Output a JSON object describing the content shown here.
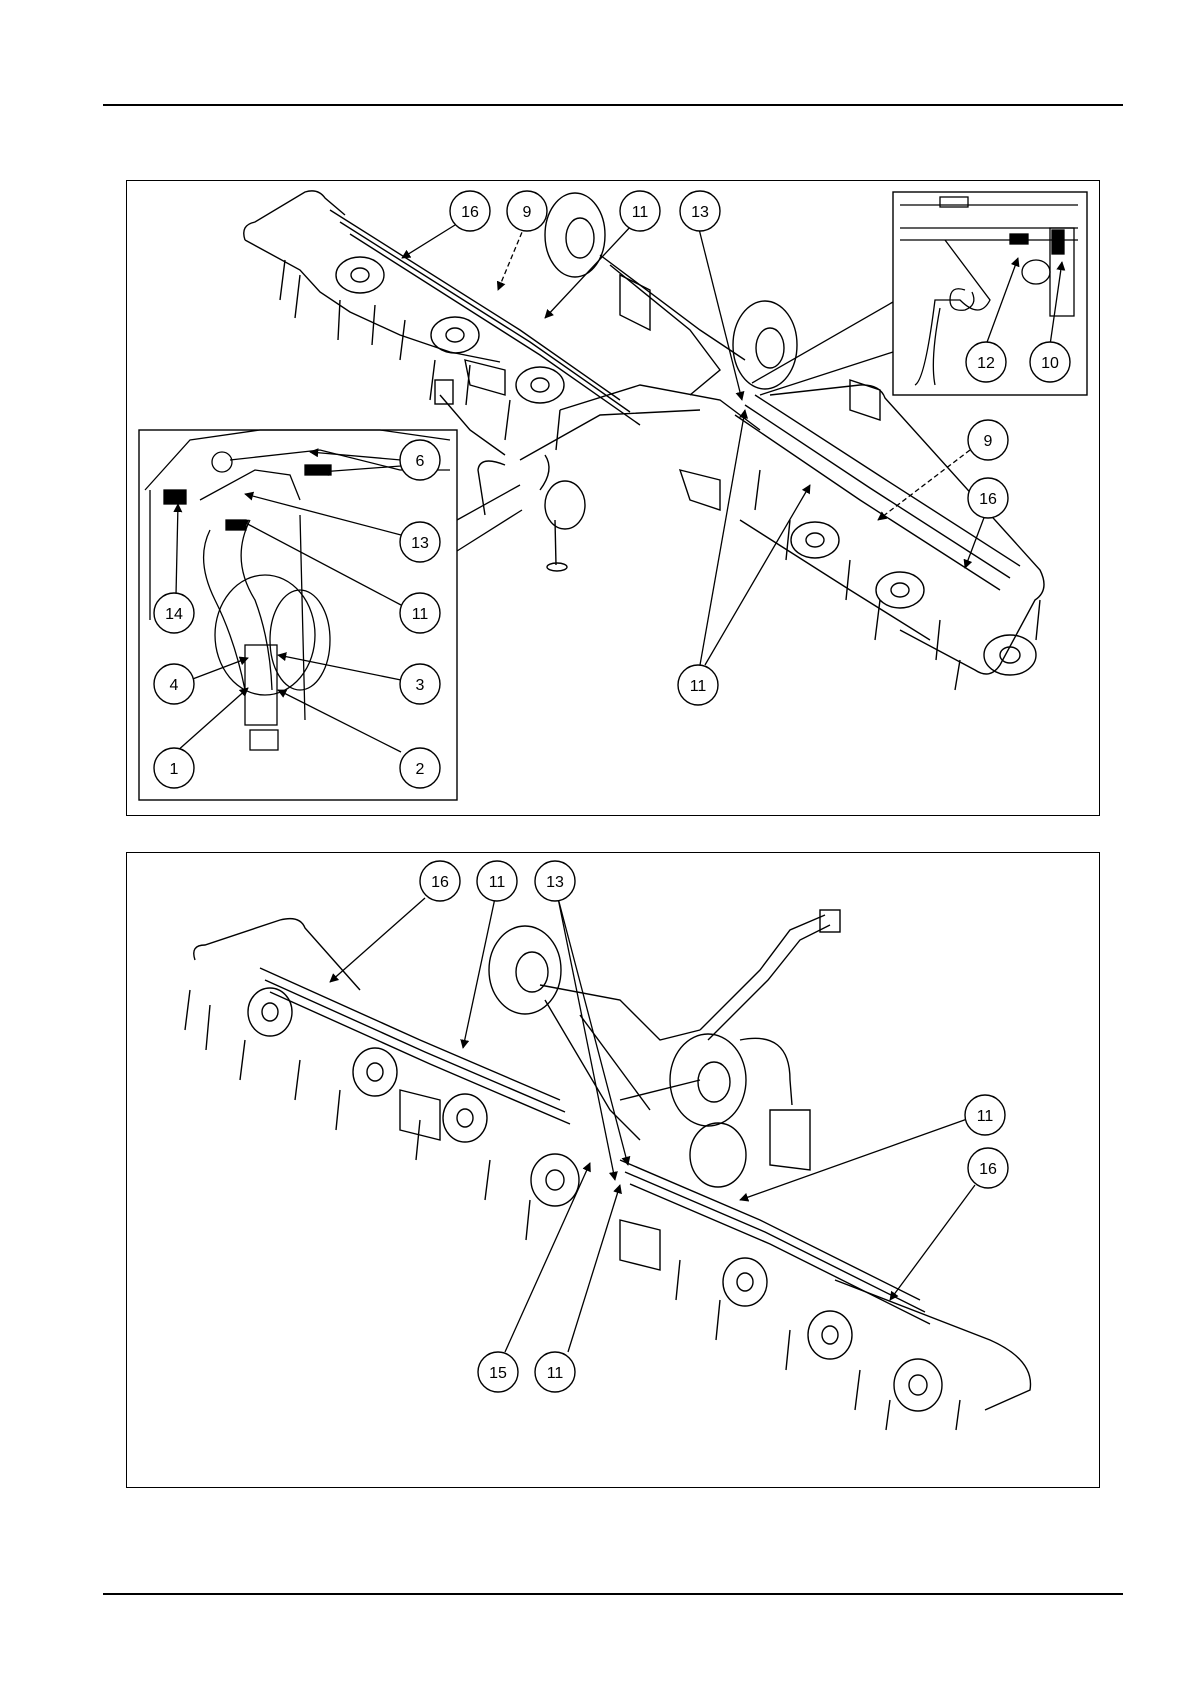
{
  "figure_top": {
    "callouts": [
      "16",
      "9",
      "11",
      "13",
      "12",
      "10",
      "6",
      "13",
      "11",
      "14",
      "4",
      "3",
      "1",
      "2",
      "9",
      "16",
      "11"
    ]
  },
  "figure_bottom": {
    "callouts": [
      "16",
      "11",
      "13",
      "11",
      "16",
      "15",
      "11"
    ]
  }
}
